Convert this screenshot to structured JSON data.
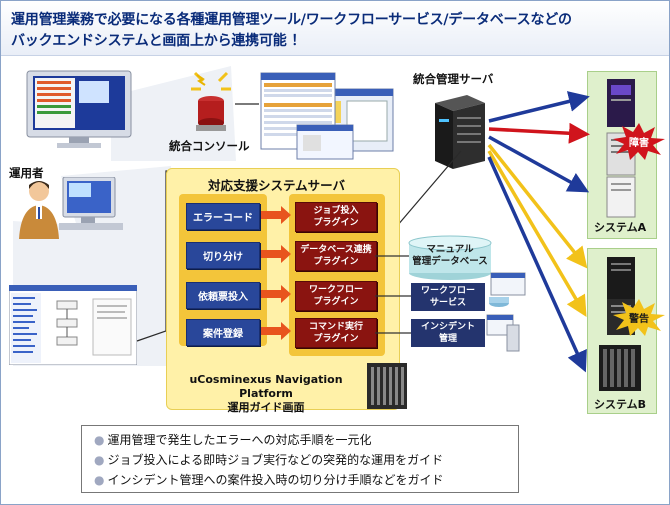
{
  "header": {
    "line1": "運用管理業務で必要になる各種運用管理ツール/ワークフローサービス/データベースなどの",
    "line2": "バックエンドシステムと画面上から連携可能 ！"
  },
  "labels": {
    "operator": "運用者",
    "console": "統合コンソール",
    "server": "統合管理サーバ",
    "support_server": "対応支援システムサーバ",
    "platform_line1": "uCosminexus Navigation Platform",
    "platform_line2": "運用ガイド画面",
    "system_a": "システムA",
    "system_b": "システムB",
    "fault": "障害",
    "warning": "警告"
  },
  "left_items": [
    "エラーコード",
    "切り分け",
    "依頼票投入",
    "案件登録"
  ],
  "plugins": [
    {
      "line1": "ジョブ投入",
      "line2": "プラグイン"
    },
    {
      "line1": "データベース連携",
      "line2": "プラグイン"
    },
    {
      "line1": "ワークフロー",
      "line2": "プラグイン"
    },
    {
      "line1": "コマンド実行",
      "line2": "プラグイン"
    }
  ],
  "backends": {
    "database": {
      "line1": "マニュアル",
      "line2": "管理データベース"
    },
    "workflow": {
      "line1": "ワークフロー",
      "line2": "サービス"
    },
    "incident": {
      "line1": "インシデント",
      "line2": "管理"
    }
  },
  "bullets": [
    "運用管理で発生したエラーへの対応手順を一元化",
    "ジョブ投入による即時ジョブ実行などの突発的な運用をガイド",
    "インシデント管理への案件投入時の切り分け手順などをガイド"
  ],
  "colors": {
    "title": "#0a2c7a",
    "panel": "#fff1a8",
    "item_blue": "#29479a",
    "plugin_red": "#8a1410",
    "arrow_blue": "#1f3a9a",
    "arrow_red": "#d0141c",
    "arrow_yellow": "#f2c21a",
    "system_green": "#dff0cc"
  }
}
